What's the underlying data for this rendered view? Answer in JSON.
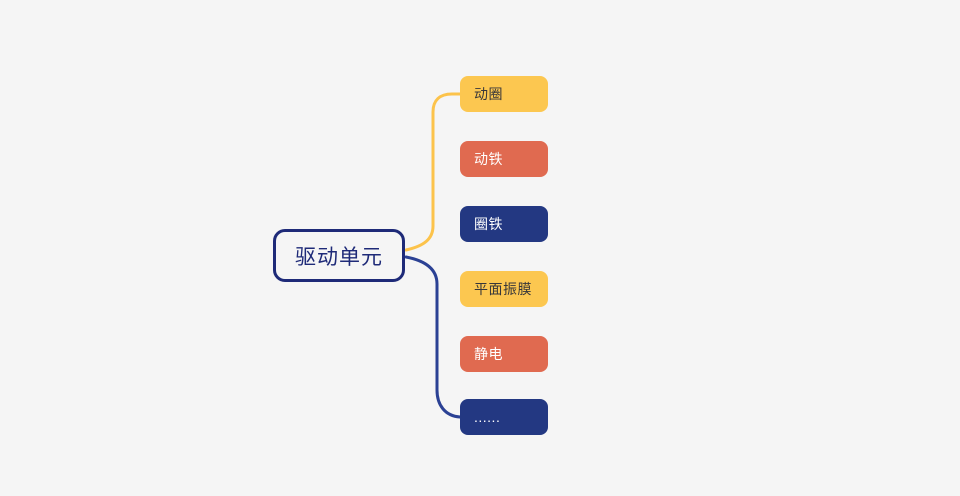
{
  "canvas": {
    "background": "#f5f5f5"
  },
  "root": {
    "label": "驱动单元",
    "text_color": "#1e2a78",
    "border_color": "#1e2a78"
  },
  "children": [
    {
      "label": "动圈",
      "bg": "#fcc750",
      "text_color": "#38373a"
    },
    {
      "label": "动铁",
      "bg": "#e06a50",
      "text_color": "#ffffff"
    },
    {
      "label": "圈铁",
      "bg": "#233882",
      "text_color": "#ffffff"
    },
    {
      "label": "平面振膜",
      "bg": "#fcc750",
      "text_color": "#38373a"
    },
    {
      "label": "静电",
      "bg": "#e06a50",
      "text_color": "#ffffff"
    },
    {
      "label": "......",
      "bg": "#233882",
      "text_color": "#ffffff"
    }
  ],
  "connectors": {
    "top_color": "#fcc34b",
    "bottom_color": "#2b4194"
  }
}
